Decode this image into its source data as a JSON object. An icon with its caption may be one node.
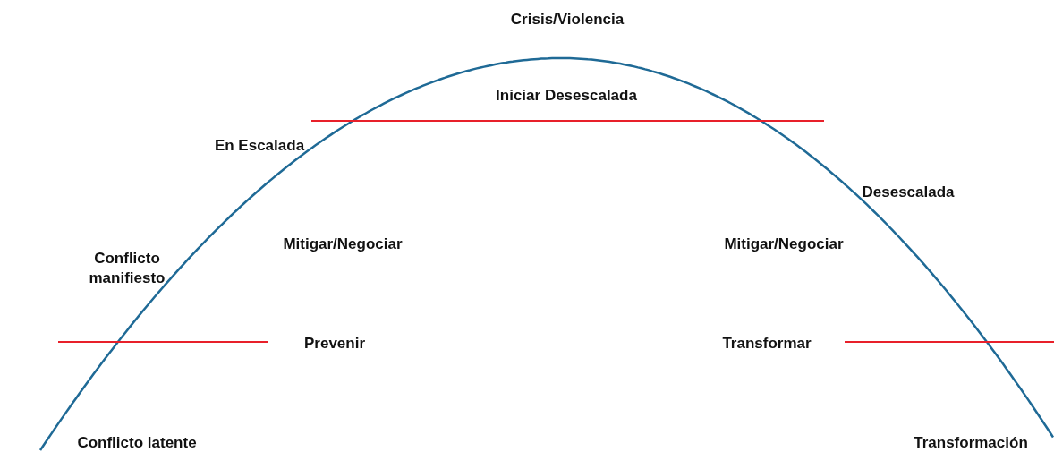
{
  "diagram": {
    "labels": [
      "Crisis/Violencia",
      "Iniciar Desescalada",
      "En Escalada",
      "Desescalada",
      "Conflicto manifiesto",
      "Mitigar/Negociar",
      "Mitigar/Negociar",
      "Prevenir",
      "Transformar",
      "Conflicto latente",
      "Transformación"
    ]
  }
}
